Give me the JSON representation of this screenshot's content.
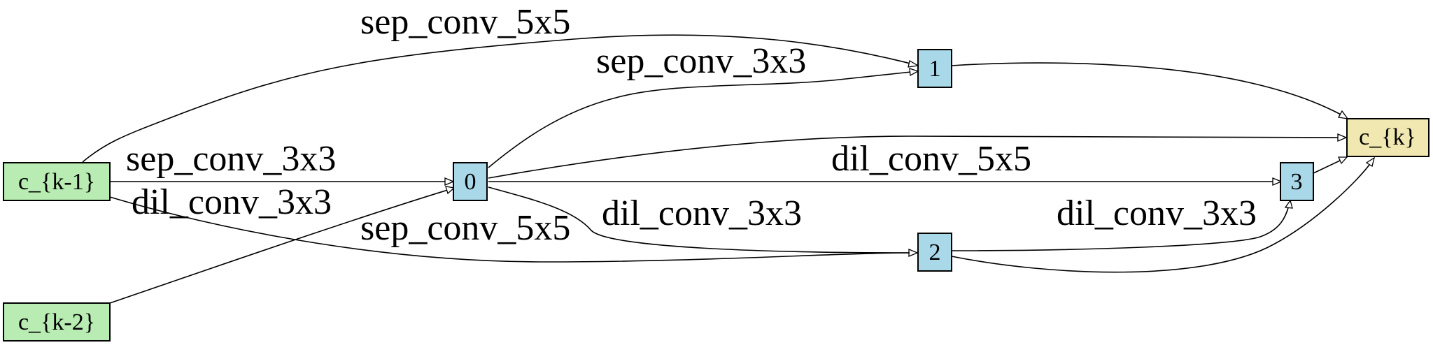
{
  "colors": {
    "input_fill": "#b8ecb2",
    "intermediate_fill": "#a9d8e8",
    "output_fill": "#f0e8b0"
  },
  "nodes": {
    "c_k_minus_1": "c_{k-1}",
    "c_k_minus_2": "c_{k-2}",
    "n0": "0",
    "n1": "1",
    "n2": "2",
    "n3": "3",
    "c_k": "c_{k}"
  },
  "edges": {
    "ckm1_to_1": "sep_conv_5x5",
    "ckm1_to_0": "sep_conv_3x3",
    "ckm1_to_2": "dil_conv_3x3",
    "ckm2_to_0": "sep_conv_5x5",
    "n0_to_1": "sep_conv_3x3",
    "n0_to_3": "dil_conv_5x5",
    "n0_to_2": "dil_conv_3x3",
    "n2_to_3": "dil_conv_3x3"
  }
}
